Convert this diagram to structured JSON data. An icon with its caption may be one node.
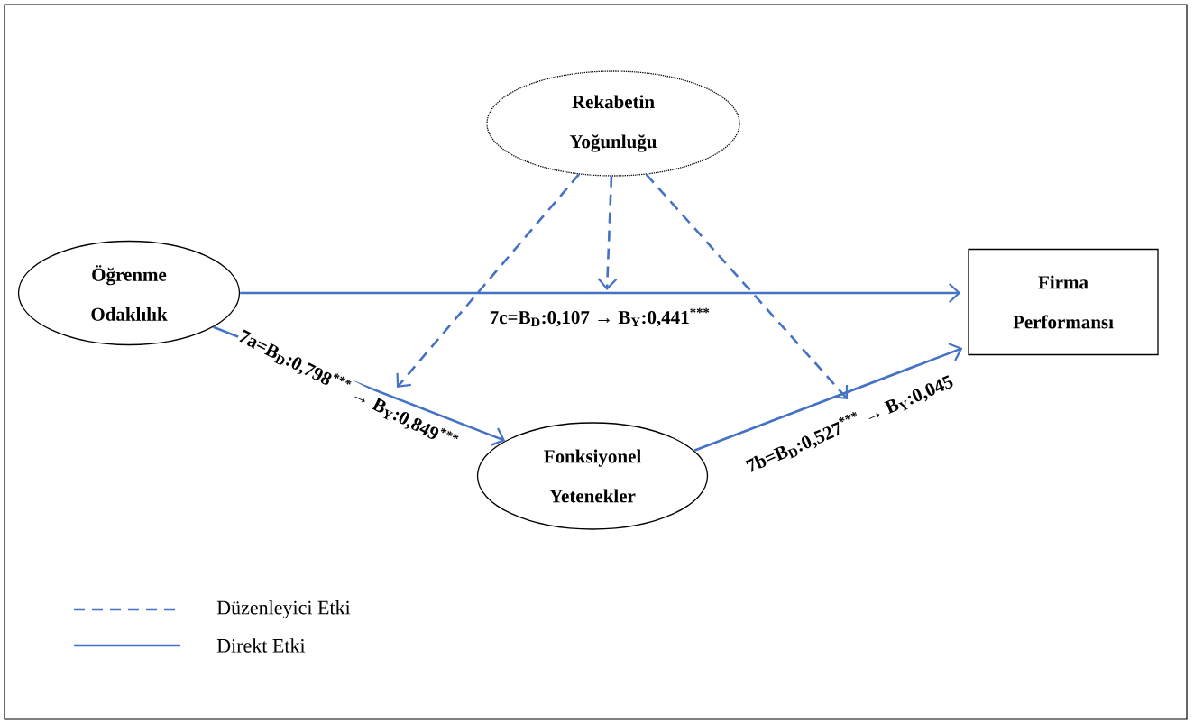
{
  "diagram": {
    "nodes": [
      {
        "text": [
          "Rekabetin Yoğunluğu"
        ]
      },
      {
        "text": [
          "Öğrenme Odaklılık"
        ]
      },
      {
        "text": [
          "Firma Performansı"
        ]
      },
      {
        "text": [
          "Fonksiyonel Yetenekler"
        ]
      }
    ],
    "edges": [
      {
        "from": 1,
        "to": 2,
        "arrow": "to",
        "label": "7c=B$_{D}$:0,107 → B$_{Y}$:0,441$^{***}$"
      },
      {
        "from": 1,
        "to": 3,
        "arrow": "to",
        "label": "7a=B$_{D}$:0,798$^{***}$ → B$_{Y}$:0,849$^{***}$"
      },
      {
        "from": 3,
        "to": 2,
        "arrow": "to",
        "label": "7b=B$_{D}$:0,527$^{***}$ → B$_{Y}$:0,045"
      },
      {
        "from": 0,
        "to": null,
        "arrow": "to",
        "style": "dashed"
      },
      {
        "from": 0,
        "to": null,
        "arrow": "to",
        "style": "dashed"
      },
      {
        "from": 0,
        "to": null,
        "arrow": "to",
        "style": "dashed"
      }
    ],
    "legend": [
      {
        "text": "Düzenleyici Etki"
      },
      {
        "text": "Direkt Etki"
      }
    ]
  }
}
